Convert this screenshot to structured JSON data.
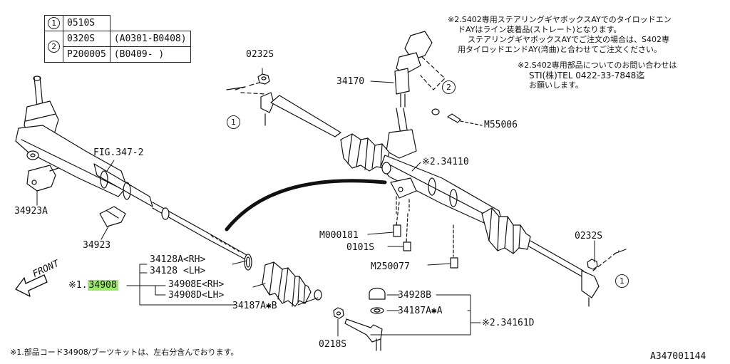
{
  "legend": {
    "rows": [
      {
        "marker": "1",
        "code": "0510S",
        "range": ""
      },
      {
        "marker": "2",
        "code": "0320S",
        "range": "(A0301-B0408)"
      },
      {
        "marker": "",
        "code": "P200005",
        "range": "(B0409- )"
      }
    ]
  },
  "notes": {
    "top_right": [
      "※2.S402専用ステアリングギヤボックスAYでのタイロッドエン",
      "ドAYはライン装着品(ストレート)となります。",
      "ステアリングギヤボックスAYでご注文の場合は、S402専",
      "用タイロッドエンドAY(湾曲)と合わせてご注文ください。"
    ],
    "contact": [
      "※2.S402専用部品についてのお問い合わせは",
      "STI(株)TEL 0422-33-7848迄",
      "お願いします。"
    ],
    "footer": "※1.部品コード34908/ブーツキットは、左右分含んでおります。"
  },
  "labels": {
    "p0232s_top": "0232S",
    "p34170": "34170",
    "callout2": "2",
    "m55006": "M55006",
    "fig347": "FIG.347-2",
    "p34923a": "34923A",
    "p34923": "34923",
    "p34110": "※2.34110",
    "m000181": "M000181",
    "p0101s": "0101S",
    "m250077": "M250077",
    "p0232s_right": "0232S",
    "p34128a": "34128A<RH>",
    "p34128": "34128 <LH>",
    "p34908_prefix": "※1.",
    "p34908": "34908",
    "p34908e": "34908E<RH>",
    "p34908d": "34908D<LH>",
    "p34187a_left": "34187A✱B",
    "p0218s": "0218S",
    "p34928b": "34928B",
    "p34187a_right": "34187A✱A",
    "p34161d": "※2.34161D",
    "front": "FRONT",
    "callout1_left": "1",
    "callout1_right": "1",
    "diagram_id": "A347001144"
  },
  "colors": {
    "highlight": "#9be86a",
    "ink": "#111111"
  }
}
